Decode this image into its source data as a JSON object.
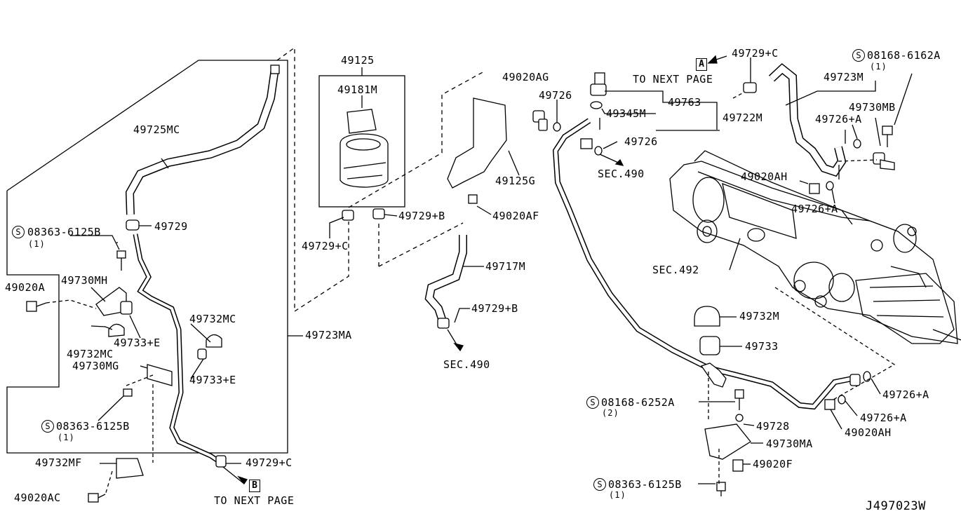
{
  "diagram_code": "J497023W",
  "screw_symbol": "S",
  "refs": {
    "a": "A",
    "b": "B"
  },
  "labels": {
    "l49125": "49125",
    "l49181m": "49181M",
    "l49725mc": "49725MC",
    "l49729": "49729",
    "l08363_1": "08363-6125B",
    "qty1a": "(1)",
    "l49020a": "49020A",
    "l49730mh": "49730MH",
    "l49732mc_a": "49732MC",
    "l49733e_a": "49733+E",
    "l49732mc_b": "49732MC",
    "l49730mg": "49730MG",
    "l49733e_b": "49733+E",
    "l49723ma": "49723MA",
    "l08363_2": "08363-6125B",
    "qty1b": "(1)",
    "l49732mf": "49732MF",
    "l49729c_a": "49729+C",
    "l49020ac": "49020AC",
    "next_page_b": "TO NEXT PAGE",
    "l49729c_b": "49729+C",
    "l49729b_a": "49729+B",
    "l49020af": "49020AF",
    "l49125g": "49125G",
    "l49717m": "49717M",
    "l49729b_b": "49729+B",
    "sec490_a": "SEC.490",
    "l49020ag": "49020AG",
    "l49726_a": "49726",
    "l49345m": "49345M",
    "l49763": "49763",
    "l49722m": "49722M",
    "l49726_b": "49726",
    "sec490_b": "SEC.490",
    "next_page_a": "TO NEXT PAGE",
    "l49729c_c": "49729+C",
    "l08168_1": "08168-6162A",
    "qty1c": "(1)",
    "l49723m": "49723M",
    "l49730mb": "49730MB",
    "l49726a_a": "49726+A",
    "l49020ah_a": "49020AH",
    "l49726a_b": "49726+A",
    "sec492": "SEC.492",
    "l49732m": "49732M",
    "l49733": "49733",
    "l49726a_c": "49726+A",
    "l08168_2": "08168-6252A",
    "qty2": "(2)",
    "l49726a_d": "49726+A",
    "l49728": "49728",
    "l49020ah_b": "49020AH",
    "l49730ma": "49730MA",
    "l49020f": "49020F",
    "l08363_3": "08363-6125B",
    "qty1d": "(1)"
  }
}
